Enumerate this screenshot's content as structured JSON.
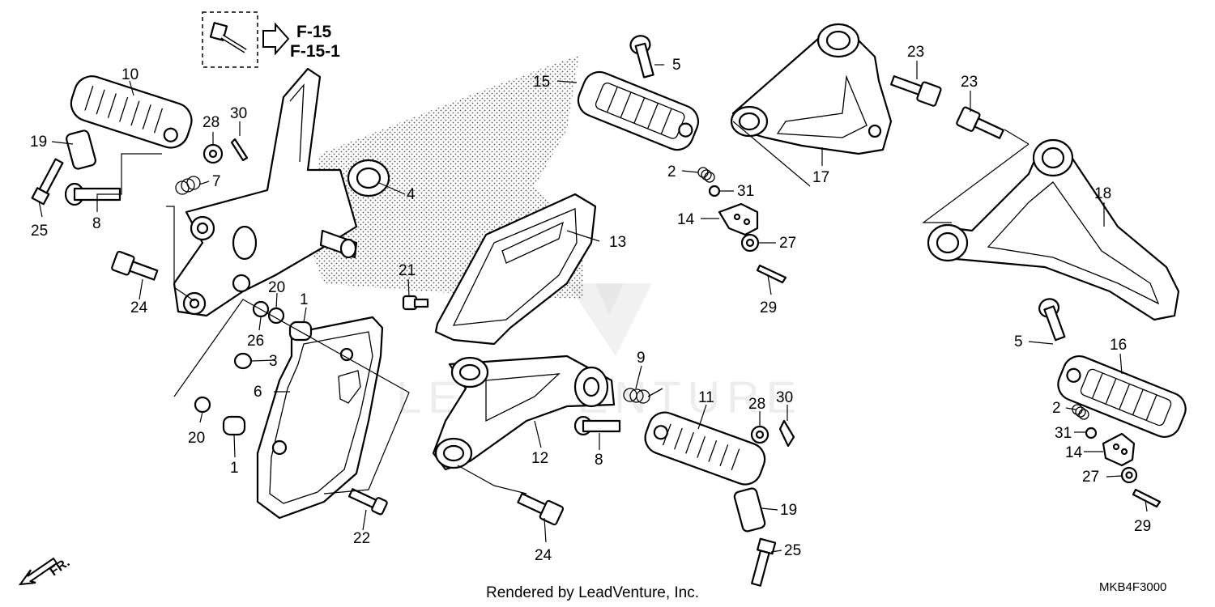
{
  "diagram": {
    "reference": {
      "line1": "F-15",
      "line2": "F-15-1"
    },
    "callouts": [
      "1",
      "1",
      "2",
      "2",
      "3",
      "4",
      "5",
      "5",
      "6",
      "7",
      "8",
      "8",
      "9",
      "10",
      "11",
      "12",
      "13",
      "14",
      "14",
      "15",
      "16",
      "17",
      "18",
      "19",
      "19",
      "20",
      "20",
      "21",
      "22",
      "23",
      "23",
      "24",
      "24",
      "25",
      "25",
      "26",
      "27",
      "27",
      "28",
      "28",
      "29",
      "29",
      "30",
      "30",
      "31",
      "31"
    ],
    "footer": "Rendered by LeadVenture, Inc.",
    "diagram_code": "MKB4F3000",
    "direction_label": "FR.",
    "watermark_text": "LEADVENTURE",
    "colors": {
      "line": "#000000",
      "background": "#ffffff",
      "watermark": "#d8d8d8"
    }
  }
}
